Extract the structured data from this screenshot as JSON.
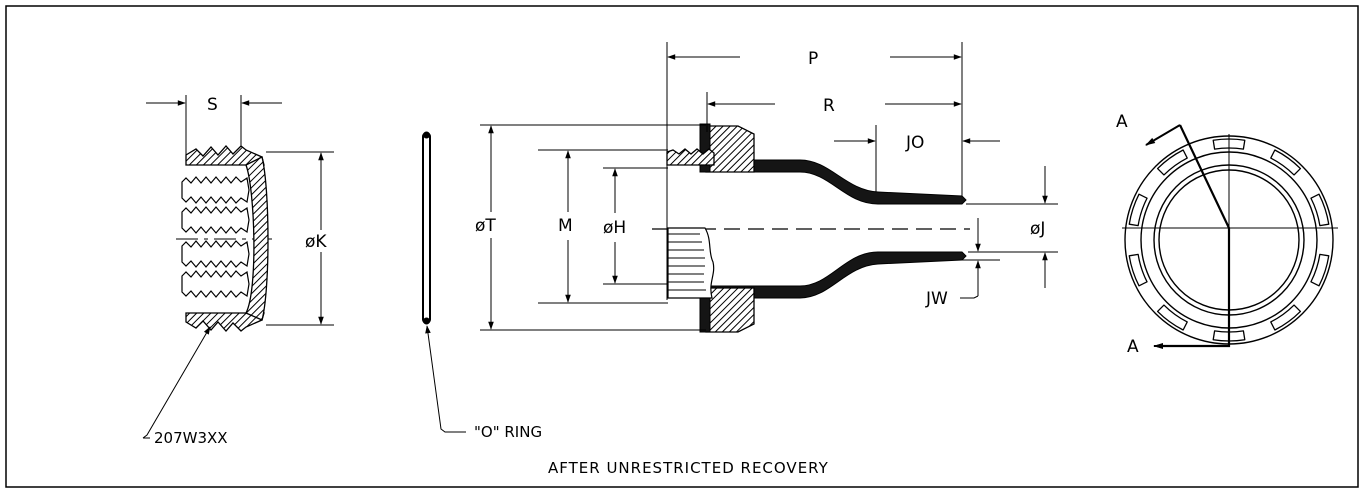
{
  "labels": {
    "s": "S",
    "k": "øK",
    "p": "P",
    "r": "R",
    "jo": "JO",
    "t": "øT",
    "m": "M",
    "h": "øH",
    "j": "øJ",
    "jw": "JW",
    "section_top": "A",
    "section_bottom": "A"
  },
  "callouts": {
    "part_number": "207W3XX",
    "o_ring": "\"O\" RING"
  },
  "caption": "AFTER UNRESTRICTED RECOVERY"
}
